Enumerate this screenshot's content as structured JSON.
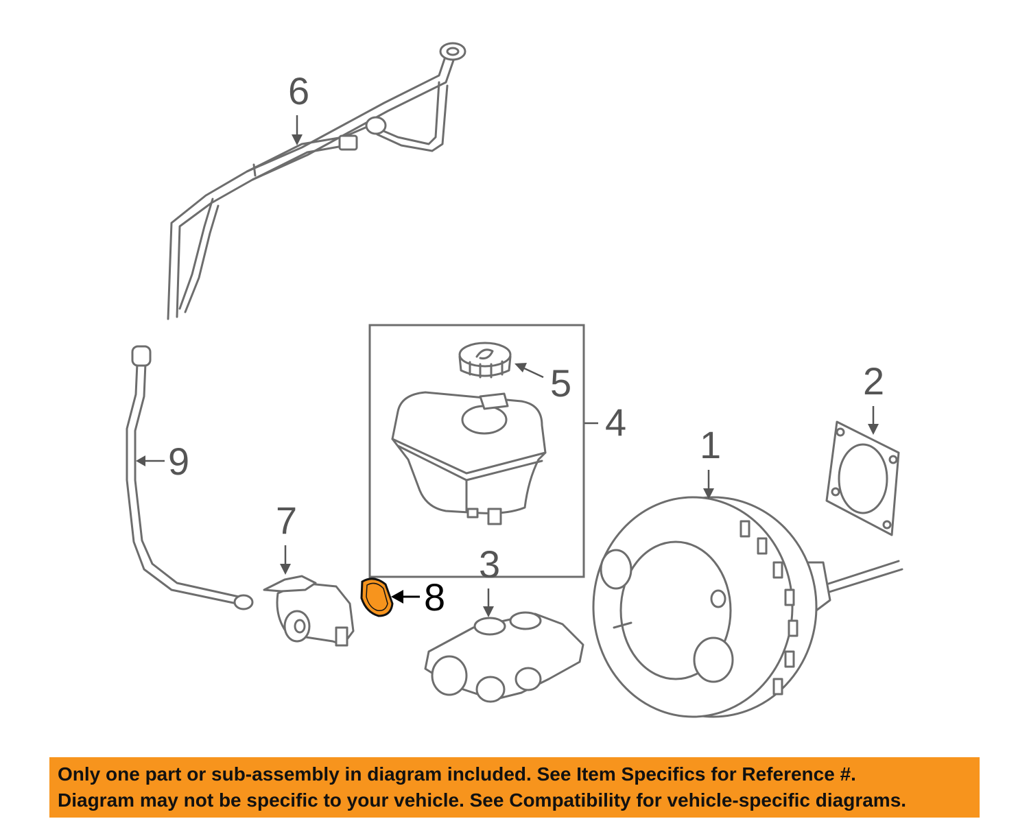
{
  "callouts": {
    "c1": "1",
    "c2": "2",
    "c3": "3",
    "c4": "4",
    "c5": "5",
    "c6": "6",
    "c7": "7",
    "c8": "8",
    "c9": "9"
  },
  "highlight_color": "#f7941d",
  "banner": {
    "line1": "Only one part or sub-assembly in diagram included. See Item Specifics for Reference #.",
    "line2": "Diagram may not be specific to your vehicle. See Compatibility for vehicle-specific diagrams."
  }
}
